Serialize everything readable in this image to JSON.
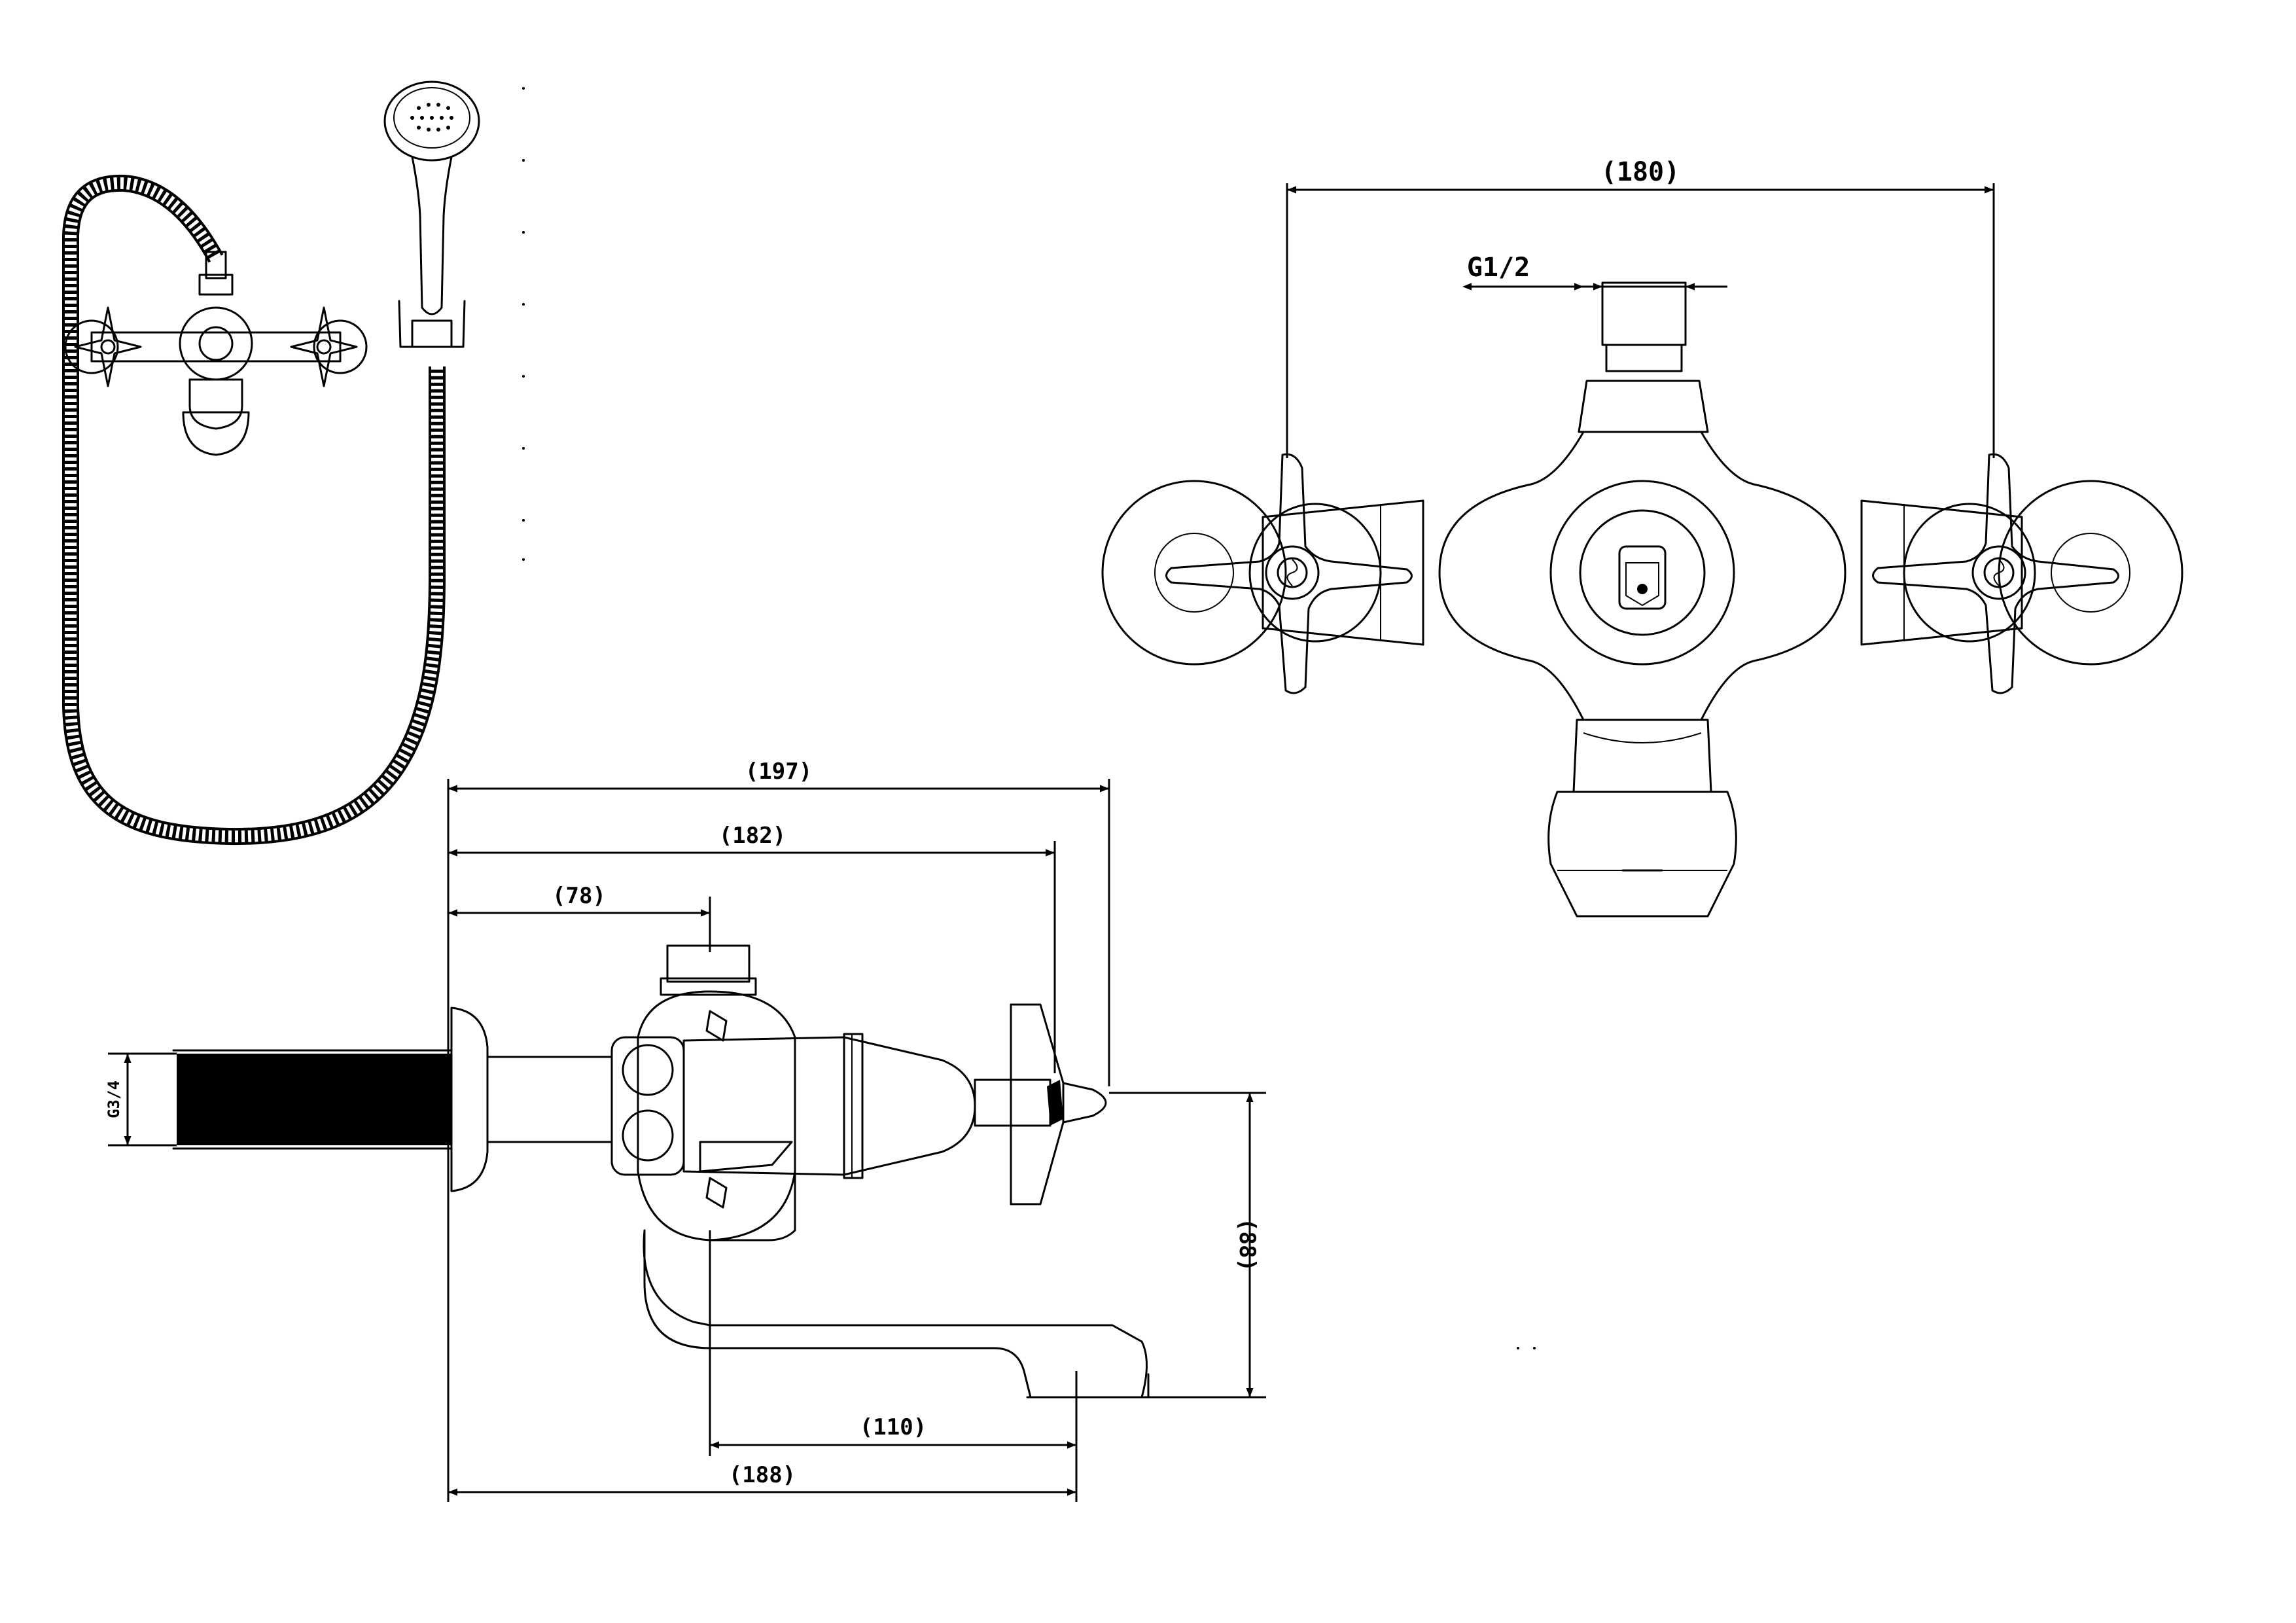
{
  "dimensions": {
    "front_width": "(180)",
    "front_inlet_thread": "G1/2",
    "side_overall": "(197)",
    "side_handle": "(182)",
    "side_inlet": "(78)",
    "side_spout_reach": "(110)",
    "side_base": "(188)",
    "side_height": "(88)",
    "side_wall_thread": "G3/4"
  }
}
